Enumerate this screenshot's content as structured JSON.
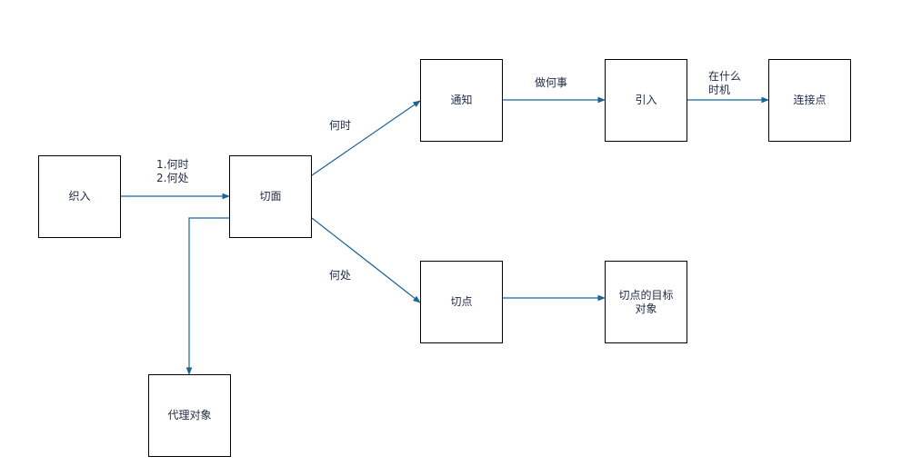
{
  "colors": {
    "edge": "#1a6496",
    "border": "#000000",
    "text": "#1f2a44"
  },
  "nodes": {
    "weaving": "织入",
    "aspect": "切面",
    "advice": "通知",
    "introduction": "引入",
    "joinpoint": "连接点",
    "pointcut": "切点",
    "target": "切点的目标\n对象",
    "proxy": "代理对象"
  },
  "edges": {
    "weaving_aspect": "1.何时\n2.何处",
    "aspect_advice": "何时",
    "aspect_pointcut": "何处",
    "advice_intro": "做何事",
    "intro_joinpoint": "在什么\n时机"
  }
}
